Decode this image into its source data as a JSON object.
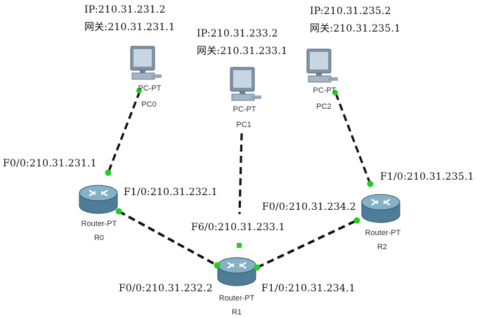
{
  "devices": {
    "pc0": {
      "type": "PC-PT",
      "name": "PC0",
      "ip": "IP:210.31.231.2",
      "gateway": "网关:210.31.231.1"
    },
    "pc1": {
      "type": "PC-PT",
      "name": "PC1",
      "ip": "IP:210.31.233.2",
      "gateway": "网关:210.31.233.1"
    },
    "pc2": {
      "type": "PC-PT",
      "name": "PC2",
      "ip": "IP:210.31.235.2",
      "gateway": "网关:210.31.235.1"
    },
    "r0": {
      "type": "Router-PT",
      "name": "R0"
    },
    "r1": {
      "type": "Router-PT",
      "name": "R1"
    },
    "r2": {
      "type": "Router-PT",
      "name": "R2"
    }
  },
  "interfaces": {
    "r0_f0": "F0/0:210.31.231.1",
    "r0_f1": "F1/0:210.31.232.1",
    "r1_f6": "F6/0:210.31.233.1",
    "r1_f0": "F0/0:210.31.232.2",
    "r1_f1": "F1/0:210.31.234.1",
    "r2_f0": "F0/0:210.31.234.2",
    "r2_f1": "F1/0:210.31.235.1"
  },
  "colors": {
    "link": "#111111",
    "port": "#22cc22",
    "router": "#5f8fa8",
    "pc": "#8aa0b4"
  }
}
